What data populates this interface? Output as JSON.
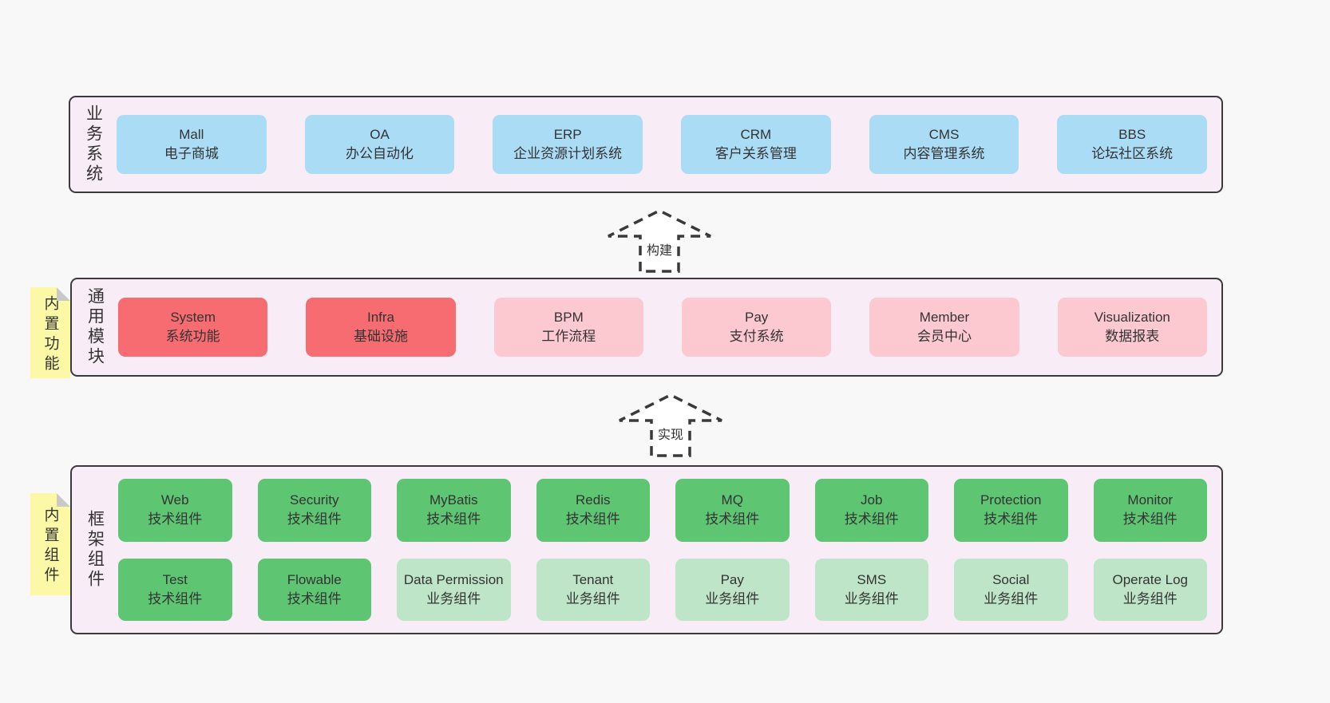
{
  "colors": {
    "page_bg": "#f8f8f8",
    "layer_bg": "#f8edf6",
    "layer_border": "#3b3b3b",
    "blue": "#abdcf5",
    "red": "#f66c70",
    "pink": "#fdc9d1",
    "green": "#5ec573",
    "green_light": "#bee5c8",
    "note_yellow": "#fbf9a5",
    "note_fold": "#c9c9c9",
    "text": "#333333"
  },
  "arrows": [
    {
      "label": "构建"
    },
    {
      "label": "实现"
    }
  ],
  "notes": [
    {
      "label": "内置功能"
    },
    {
      "label": "内置组件"
    }
  ],
  "layers": [
    {
      "label": "业务系统",
      "boxes": [
        {
          "name": "Mall",
          "desc": "电子商城",
          "variant": "blue"
        },
        {
          "name": "OA",
          "desc": "办公自动化",
          "variant": "blue"
        },
        {
          "name": "ERP",
          "desc": "企业资源计划系统",
          "variant": "blue"
        },
        {
          "name": "CRM",
          "desc": "客户关系管理",
          "variant": "blue"
        },
        {
          "name": "CMS",
          "desc": "内容管理系统",
          "variant": "blue"
        },
        {
          "name": "BBS",
          "desc": "论坛社区系统",
          "variant": "blue"
        }
      ]
    },
    {
      "label": "通用模块",
      "boxes": [
        {
          "name": "System",
          "desc": "系统功能",
          "variant": "red"
        },
        {
          "name": "Infra",
          "desc": "基础设施",
          "variant": "red"
        },
        {
          "name": "BPM",
          "desc": "工作流程",
          "variant": "pink"
        },
        {
          "name": "Pay",
          "desc": "支付系统",
          "variant": "pink"
        },
        {
          "name": "Member",
          "desc": "会员中心",
          "variant": "pink"
        },
        {
          "name": "Visualization",
          "desc": "数据报表",
          "variant": "pink"
        }
      ]
    },
    {
      "label": "框架组件",
      "boxes": [
        {
          "name": "Web",
          "desc": "技术组件",
          "variant": "green"
        },
        {
          "name": "Security",
          "desc": "技术组件",
          "variant": "green"
        },
        {
          "name": "MyBatis",
          "desc": "技术组件",
          "variant": "green"
        },
        {
          "name": "Redis",
          "desc": "技术组件",
          "variant": "green"
        },
        {
          "name": "MQ",
          "desc": "技术组件",
          "variant": "green"
        },
        {
          "name": "Job",
          "desc": "技术组件",
          "variant": "green"
        },
        {
          "name": "Protection",
          "desc": "技术组件",
          "variant": "green"
        },
        {
          "name": "Monitor",
          "desc": "技术组件",
          "variant": "green"
        },
        {
          "name": "Test",
          "desc": "技术组件",
          "variant": "green"
        },
        {
          "name": "Flowable",
          "desc": "技术组件",
          "variant": "green"
        },
        {
          "name": "Data Permission",
          "desc": "业务组件",
          "variant": "green-light"
        },
        {
          "name": "Tenant",
          "desc": "业务组件",
          "variant": "green-light"
        },
        {
          "name": "Pay",
          "desc": "业务组件",
          "variant": "green-light"
        },
        {
          "name": "SMS",
          "desc": "业务组件",
          "variant": "green-light"
        },
        {
          "name": "Social",
          "desc": "业务组件",
          "variant": "green-light"
        },
        {
          "name": "Operate Log",
          "desc": "业务组件",
          "variant": "green-light"
        }
      ]
    }
  ]
}
